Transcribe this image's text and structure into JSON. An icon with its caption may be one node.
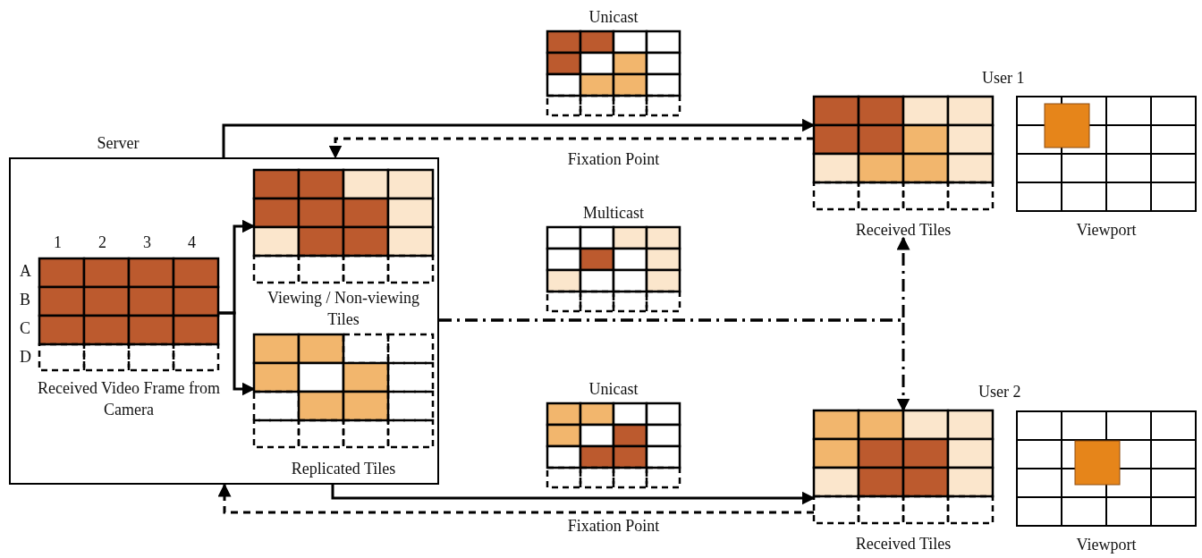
{
  "diagram": {
    "nodes": [
      {
        "text": [
          "Server"
        ]
      },
      {
        "text": [],
        "shape": "grid",
        "beside": [
          "Received Video Frame from Camera"
        ],
        "in": 0
      },
      {
        "text": [],
        "shape": "grid",
        "beside": [
          "Viewing / Non-viewing Tiles"
        ],
        "in": 0
      },
      {
        "text": [],
        "shape": "grid",
        "beside": [
          "Replicated Tiles"
        ],
        "in": 0
      },
      {
        "text": [],
        "shape": "grid",
        "beside": [
          "Unicast"
        ]
      },
      {
        "text": [],
        "shape": "grid",
        "beside": [
          "Multicast"
        ]
      },
      {
        "text": [],
        "shape": "grid",
        "beside": [
          "Unicast"
        ]
      },
      {
        "text": [],
        "shape": "grid",
        "beside": [
          "Received Tiles"
        ]
      },
      {
        "text": [],
        "shape": "grid",
        "beside": [
          "Viewport"
        ]
      },
      {
        "text": [],
        "shape": "grid",
        "beside": [
          "Received Tiles"
        ]
      },
      {
        "text": [],
        "shape": "grid",
        "beside": [
          "Viewport"
        ]
      }
    ],
    "edges": [
      {
        "from": 1,
        "to": 2,
        "arrow": "to"
      },
      {
        "from": 1,
        "to": 3,
        "arrow": "to"
      },
      {
        "from": 0,
        "to": 7,
        "arrow": "to"
      },
      {
        "from": 7,
        "to": 0,
        "arrow": "to",
        "style": "dashed",
        "label": "Fixation Point"
      },
      {
        "from": 0,
        "to": 9,
        "arrow": "to"
      },
      {
        "from": 9,
        "to": 0,
        "arrow": "to",
        "style": "dashed",
        "label": "Fixation Point"
      },
      {
        "from": 0,
        "to": 7,
        "arrow": "to",
        "style": "dashed"
      },
      {
        "from": 0,
        "to": 9,
        "arrow": "to",
        "style": "dashed"
      }
    ],
    "labels": [
      "User 1",
      "1",
      "2",
      "3",
      "4",
      "A",
      "B",
      "C",
      "D",
      "User 2"
    ]
  }
}
